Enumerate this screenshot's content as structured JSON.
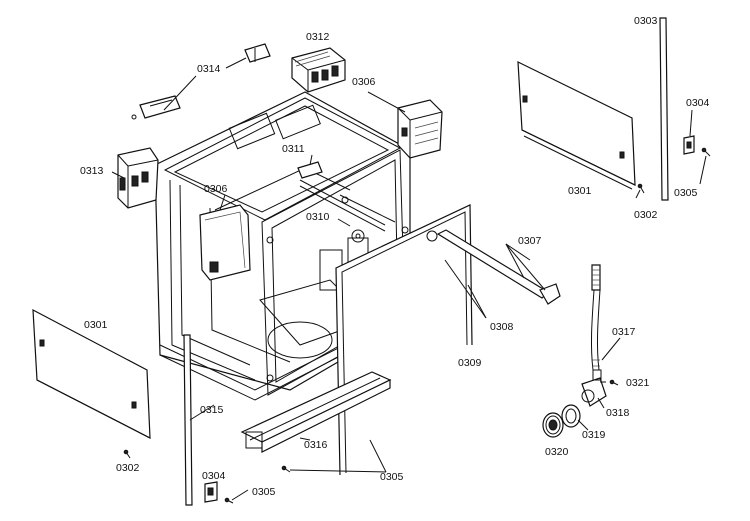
{
  "labels": {
    "l0312": "0312",
    "l0314": "0314",
    "l0306a": "0306",
    "l0311": "0311",
    "l0313": "0313",
    "l0306b": "0306",
    "l0310": "0310",
    "l0303": "0303",
    "l0304a": "0304",
    "l0301a": "0301",
    "l0302a": "0302",
    "l0305a": "0305",
    "l0307": "0307",
    "l0308": "0308",
    "l0309": "0309",
    "l0317": "0317",
    "l0321": "0321",
    "l0318": "0318",
    "l0319": "0319",
    "l0320": "0320",
    "l0301b": "0301",
    "l0302b": "0302",
    "l0315": "0315",
    "l0316": "0316",
    "l0304b": "0304",
    "l0305b": "0305",
    "l0305c": "0305"
  }
}
